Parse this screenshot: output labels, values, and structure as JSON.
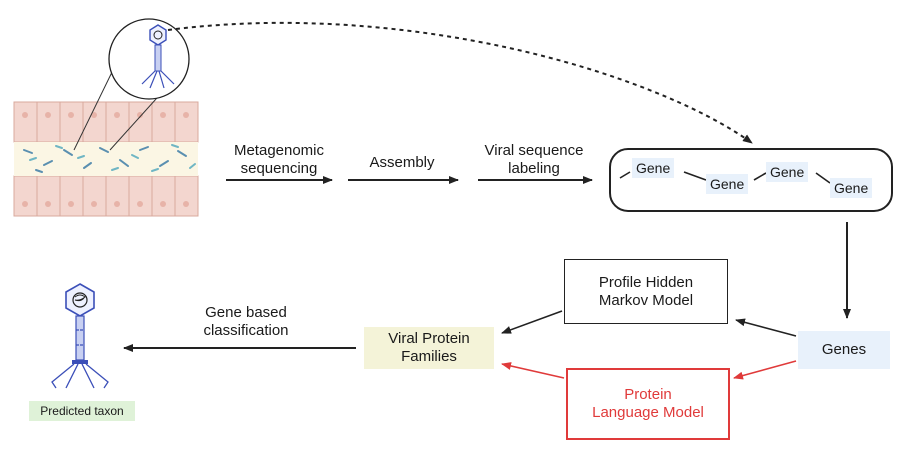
{
  "steps": {
    "metagenomic_sequencing": "Metagenomic\nsequencing",
    "assembly": "Assembly",
    "viral_sequence_labeling": "Viral sequence\nlabeling",
    "gene_based_classification": "Gene based\nclassification"
  },
  "contig": {
    "genes": [
      "Gene",
      "Gene",
      "Gene",
      "Gene"
    ]
  },
  "boxes": {
    "profile_hmm": "Profile Hidden\nMarkov Model",
    "protein_language_model": "Protein\nLanguage Model",
    "genes": "Genes",
    "viral_protein_families": "Viral Protein\nFamilies",
    "predicted_taxon": "Predicted taxon"
  },
  "colors": {
    "arrow": "#222222",
    "highlight_red": "#e03a3a",
    "genes_fill": "#e8f1fb",
    "families_fill": "#f4f3d8",
    "taxon_fill": "#dff2d8",
    "phage_blue": "#3b4fb8",
    "tissue_cell": "#f3d6cf"
  },
  "icons": [
    "bacteriophage-icon",
    "gut-epithelium-icon",
    "magnifier-circle-icon"
  ]
}
